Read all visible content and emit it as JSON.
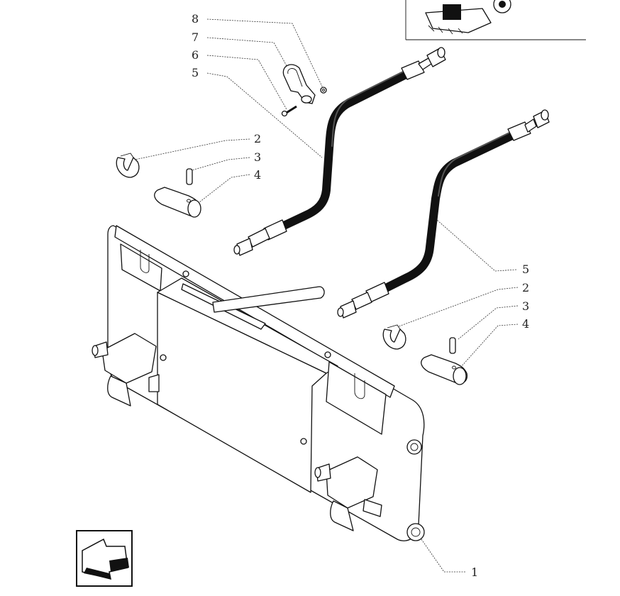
{
  "callouts": [
    {
      "id": "c8",
      "label": "8"
    },
    {
      "id": "c7",
      "label": "7"
    },
    {
      "id": "c6",
      "label": "6"
    },
    {
      "id": "c5a",
      "label": "5"
    },
    {
      "id": "c2a",
      "label": "2"
    },
    {
      "id": "c3a",
      "label": "3"
    },
    {
      "id": "c4a",
      "label": "4"
    },
    {
      "id": "c5b",
      "label": "5"
    },
    {
      "id": "c2b",
      "label": "2"
    },
    {
      "id": "c3b",
      "label": "3"
    },
    {
      "id": "c4b",
      "label": "4"
    },
    {
      "id": "c1",
      "label": "1"
    }
  ]
}
